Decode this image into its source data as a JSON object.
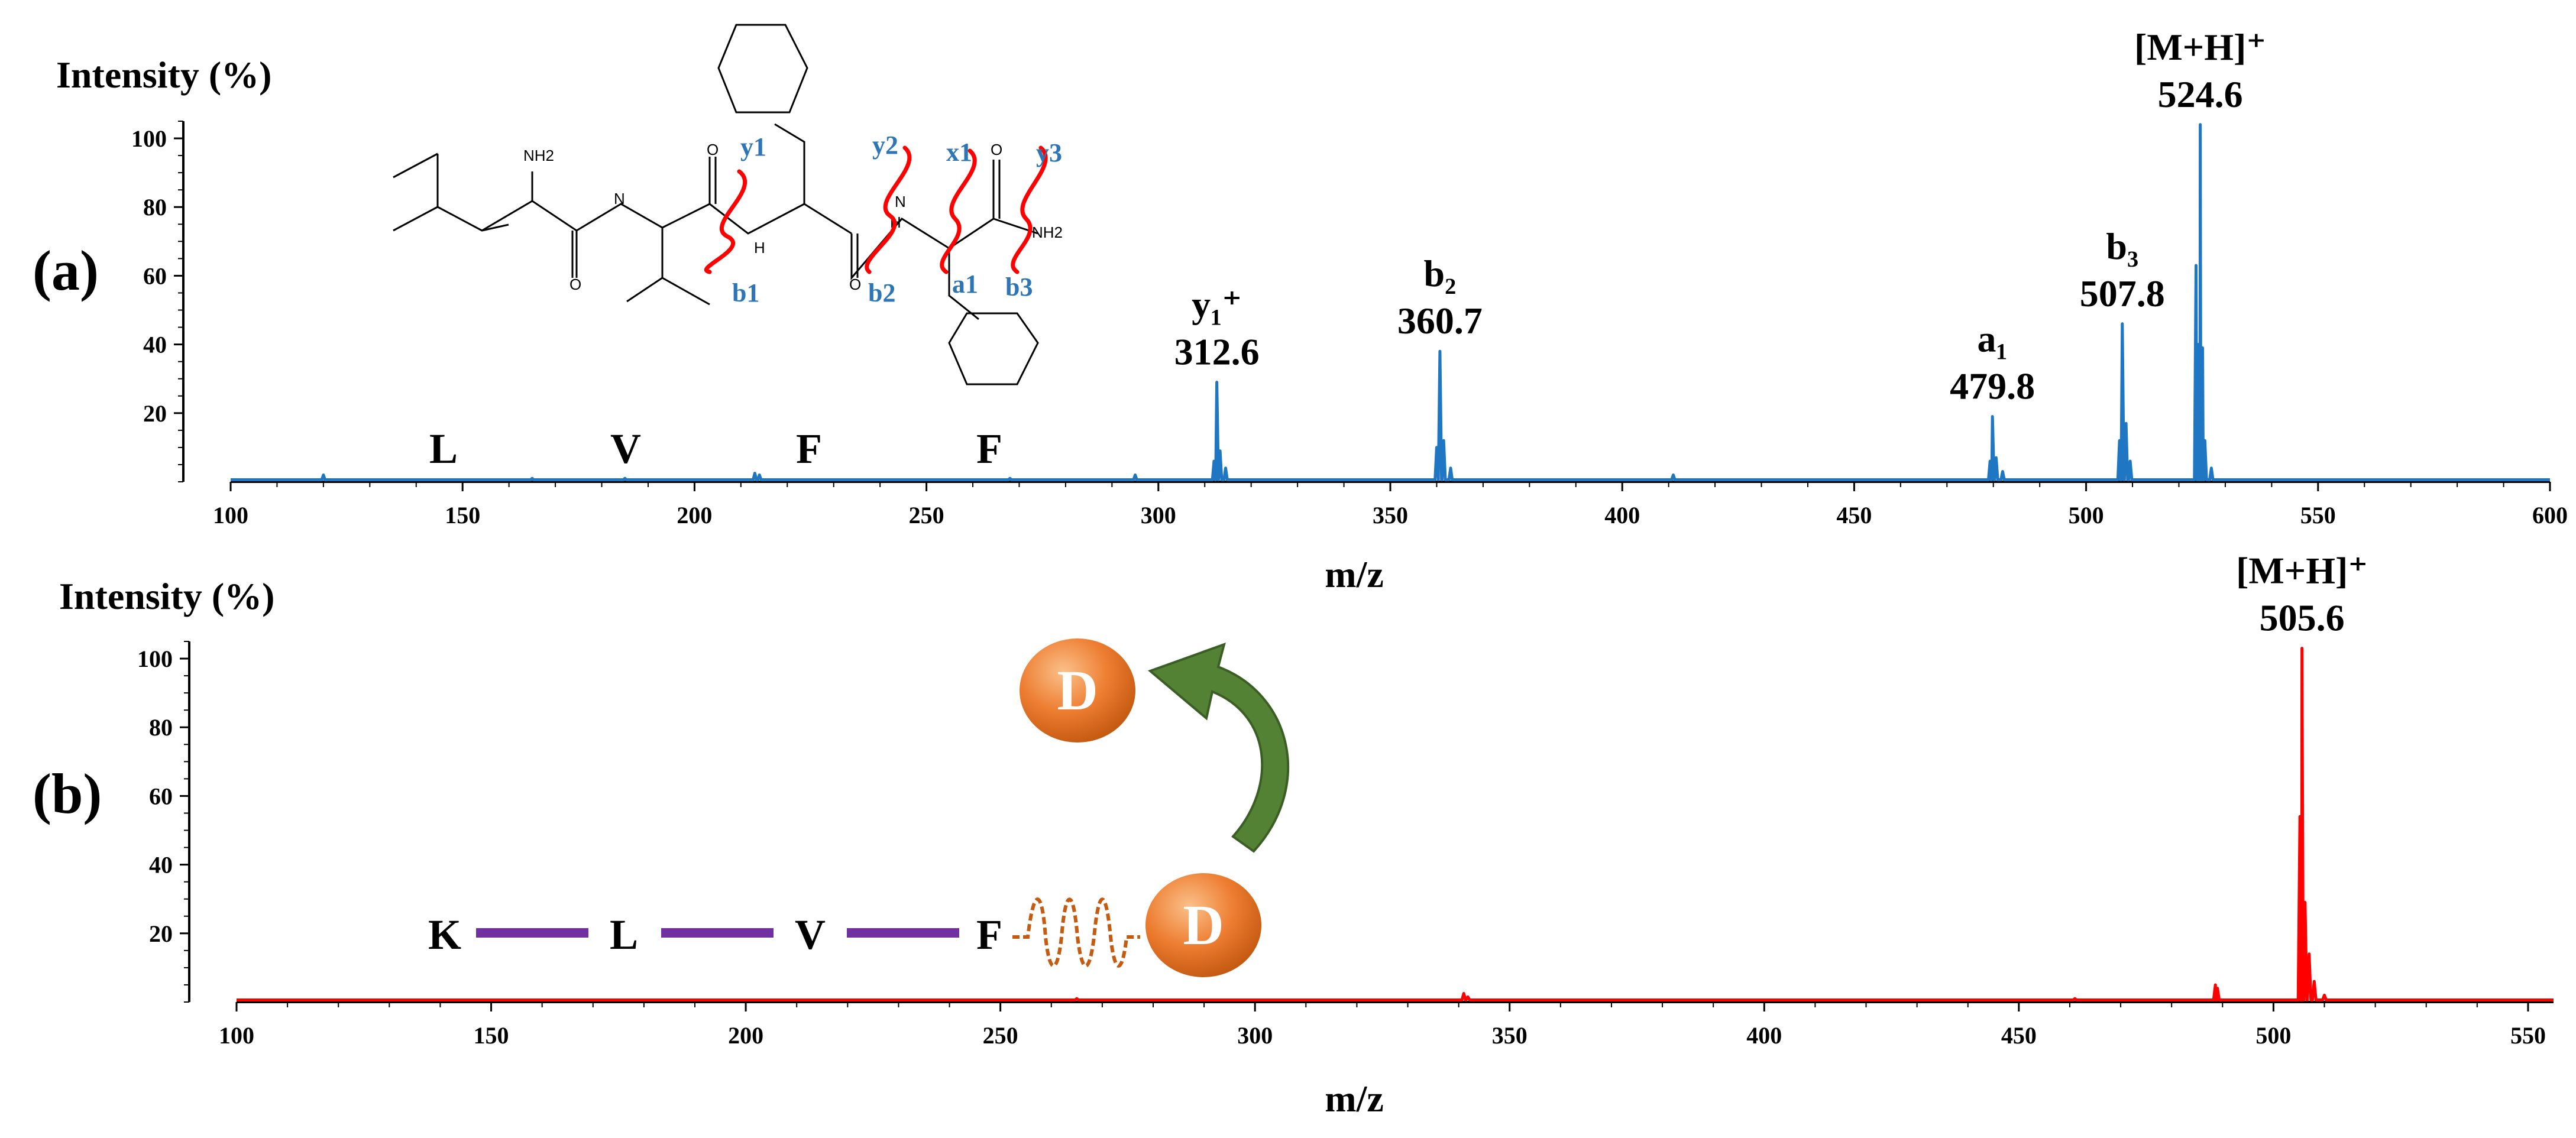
{
  "colors": {
    "spectrum_a": "#1f77c4",
    "spectrum_b": "#ff0000",
    "fragment_label": "#2e75b6",
    "cleavage": "#ff0000",
    "linker_bond": "#7030a0",
    "linker_wave": "#c55a11",
    "badge_orange": "#ed7d31",
    "arrow_green": "#548235"
  },
  "structure": {
    "atoms": [
      "NH2",
      "N",
      "H",
      "O",
      "O",
      "N",
      "H",
      "O",
      "O",
      "NH2"
    ],
    "fragments": [
      "y1",
      "y2",
      "x1",
      "y3",
      "b1",
      "b2",
      "a1",
      "b3"
    ]
  },
  "badge": {
    "label": "D"
  },
  "chart_data": [
    {
      "type": "line",
      "panel": "(a)",
      "xlabel": "m/z",
      "ylabel": "Intensity (%)",
      "xlim": [
        100,
        600
      ],
      "ylim": [
        0,
        105
      ],
      "xticks": [
        100,
        150,
        200,
        250,
        300,
        350,
        400,
        450,
        500,
        550,
        600
      ],
      "yticks": [
        20,
        40,
        60,
        80,
        100
      ],
      "grid": false,
      "series": [
        {
          "x": [
            120,
            165,
            185,
            213,
            214,
            268,
            295,
            312,
            312.6,
            313.3,
            314.5,
            360,
            360.7,
            361.5,
            363,
            411,
            479.3,
            479.8,
            480.6,
            482,
            507.2,
            507.8,
            508.6,
            509.5,
            523.7,
            524.2,
            524.6,
            525.1,
            525.6,
            527
          ],
          "y": [
            2,
            1,
            1,
            2.5,
            2,
            1,
            2,
            6,
            29,
            9,
            4,
            10,
            38,
            12,
            4,
            2,
            6,
            19,
            7,
            3,
            12,
            46,
            17,
            6,
            63,
            40,
            104,
            39,
            12,
            4
          ]
        }
      ],
      "labels": [
        {
          "text": "[M+H]⁺",
          "sub": "524.6",
          "x": 524.6
        },
        {
          "text": "b₃",
          "sub": "507.8",
          "x": 507.8
        },
        {
          "text": "a₁",
          "sub": "479.8",
          "x": 479.8
        },
        {
          "text": "b₂",
          "sub": "360.7",
          "x": 360.7
        },
        {
          "text": "y₁⁺",
          "sub": "312.6",
          "x": 312.6
        }
      ],
      "sequence": [
        "L",
        "V",
        "F",
        "F"
      ]
    },
    {
      "type": "line",
      "panel": "(b)",
      "xlabel": "m/z",
      "ylabel": "Intensity (%)",
      "xlim": [
        100,
        555
      ],
      "ylim": [
        0,
        105
      ],
      "xticks": [
        100,
        150,
        200,
        250,
        300,
        350,
        400,
        450,
        500,
        550
      ],
      "yticks": [
        20,
        40,
        60,
        80,
        100
      ],
      "grid": false,
      "series": [
        {
          "x": [
            265,
            341,
            341.8,
            461,
            488.6,
            489,
            505.2,
            505.6,
            506.2,
            507,
            508,
            510
          ],
          "y": [
            1,
            2.5,
            1.5,
            1,
            5,
            4,
            54,
            103,
            29,
            14,
            6,
            2
          ]
        }
      ],
      "labels": [
        {
          "text": "[M+H]⁺",
          "sub": "505.6",
          "x": 505.6
        }
      ],
      "sequence": [
        "K",
        "L",
        "V",
        "F"
      ]
    }
  ]
}
